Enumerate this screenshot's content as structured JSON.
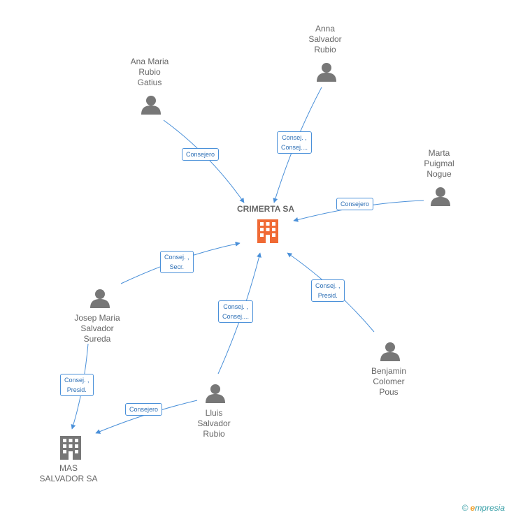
{
  "company_main": {
    "name": "CRIMERTA SA",
    "color": "#f06a35"
  },
  "company_other": {
    "name": "MAS\nSALVADOR SA",
    "color": "#777777"
  },
  "persons": [
    {
      "id": "ana",
      "name": "Ana Maria\nRubio\nGatius"
    },
    {
      "id": "anna",
      "name": "Anna\nSalvador\nRubio"
    },
    {
      "id": "marta",
      "name": "Marta\nPuigmal\nNogue"
    },
    {
      "id": "josep",
      "name": "Josep Maria\nSalvador\nSureda"
    },
    {
      "id": "lluis",
      "name": "Lluis\nSalvador\nRubio"
    },
    {
      "id": "benjamin",
      "name": "Benjamin\nColomer\nPous"
    }
  ],
  "edges": [
    {
      "from": "ana",
      "label": "Consejero"
    },
    {
      "from": "anna",
      "label": "Consej. ,\nConsej...."
    },
    {
      "from": "marta",
      "label": "Consejero"
    },
    {
      "from": "josep",
      "label": "Consej. ,\nSecr."
    },
    {
      "from": "lluis",
      "label": "Consej. ,\nConsej...."
    },
    {
      "from": "benjamin",
      "label": "Consej. ,\nPresid."
    },
    {
      "from": "josep-mas",
      "label": "Consej. ,\nPresid."
    },
    {
      "from": "lluis-mas",
      "label": "Consejero"
    }
  ],
  "footer": {
    "copyright": "©",
    "brand_first": "e",
    "brand_rest": "mpresia"
  },
  "colors": {
    "edge": "#4a90d9",
    "person": "#777777"
  }
}
